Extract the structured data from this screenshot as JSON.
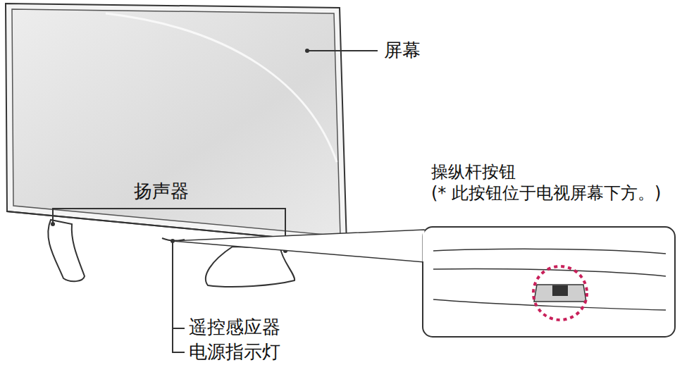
{
  "diagram": {
    "labels": [
      "屏幕",
      "操纵杆按钮",
      "(* 此按钮位于电视屏幕下方。)",
      "扬声器",
      "遥控感应器",
      "电源指示灯"
    ]
  }
}
